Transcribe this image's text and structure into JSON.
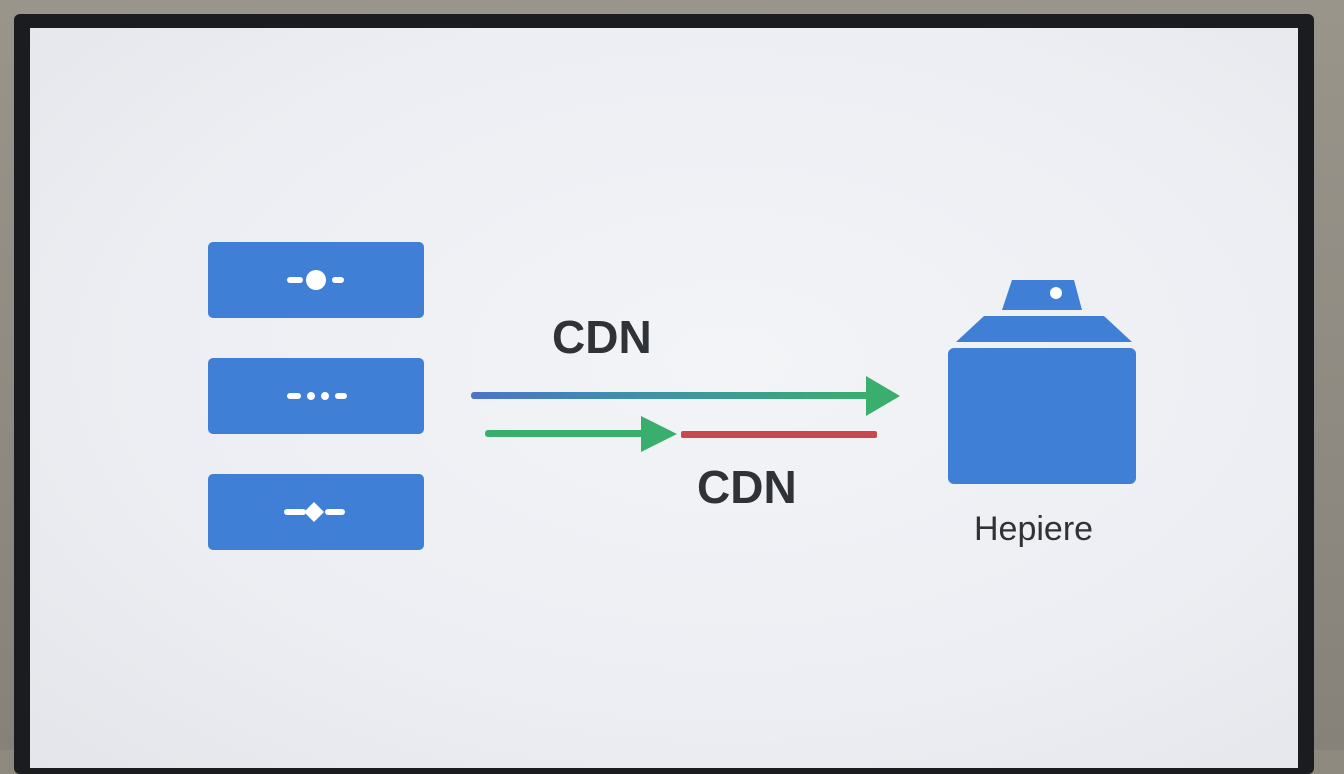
{
  "diagram": {
    "servers": [
      {
        "id": "server-1",
        "icon": "dot-indicator-icon"
      },
      {
        "id": "server-2",
        "icon": "dots-indicator-icon"
      },
      {
        "id": "server-3",
        "icon": "diamond-indicator-icon"
      }
    ],
    "labels": {
      "top_cdn": "CDN",
      "bottom_cdn": "CDN",
      "device": "Hepiere"
    },
    "device_icon": "storage-device-icon",
    "colors": {
      "server_blue": "#3f7fd6",
      "arrow_green": "#3aae6c",
      "arrow_blue": "#4a74c8",
      "line_red": "#c9484e",
      "text": "#2f3237"
    }
  }
}
